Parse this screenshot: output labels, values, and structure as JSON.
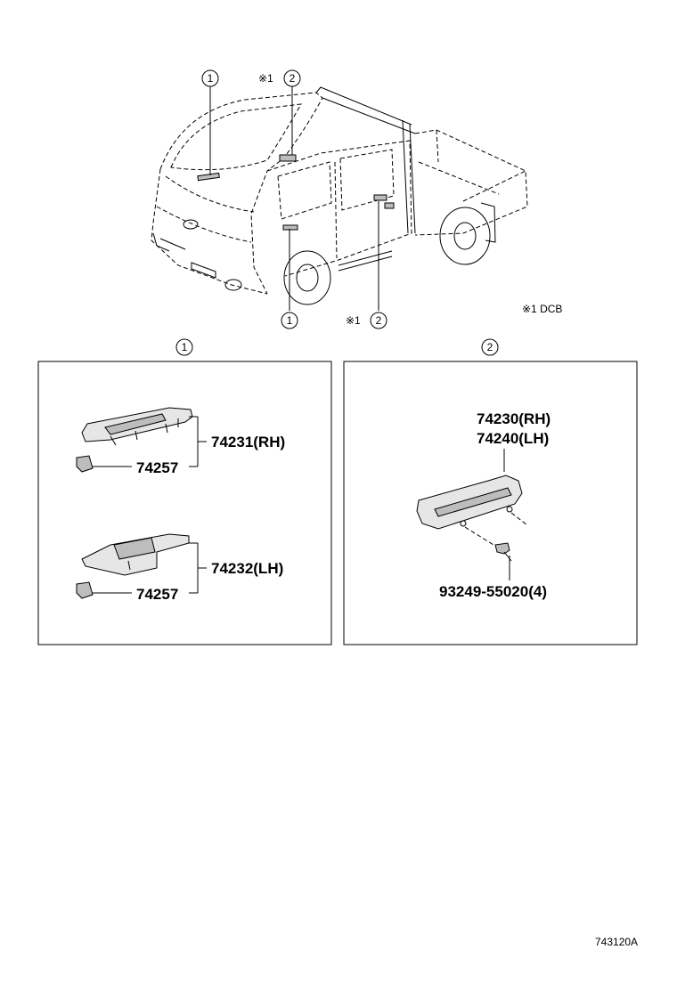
{
  "overview": {
    "callout_1": "1",
    "callout_2": "2",
    "note_mark_top": "※1",
    "note_mark_bottom": "※1",
    "legend": "※1 DCB"
  },
  "panel_1": {
    "header": "1",
    "part_rh": "74231(RH)",
    "part_lh": "74232(LH)",
    "clip_top": "74257",
    "clip_bottom": "74257"
  },
  "panel_2": {
    "header": "2",
    "part_rh": "74230(RH)",
    "part_lh": "74240(LH)",
    "screw": "93249-55020(4)"
  },
  "diagram_code": "743120A"
}
